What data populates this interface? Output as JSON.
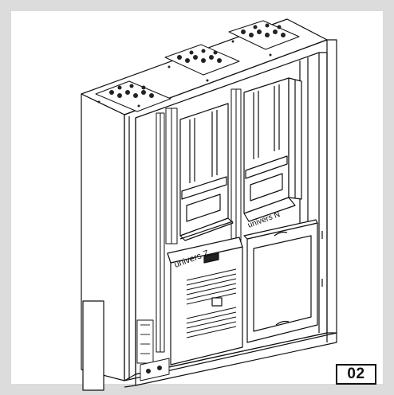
{
  "figure": {
    "number_label": "02",
    "module_label_left": "univers Z",
    "module_label_right": "univers N"
  },
  "colors": {
    "background": "#dcdcdc",
    "panel": "#ffffff",
    "line": "#111111",
    "shade": "#cfcfcf"
  }
}
